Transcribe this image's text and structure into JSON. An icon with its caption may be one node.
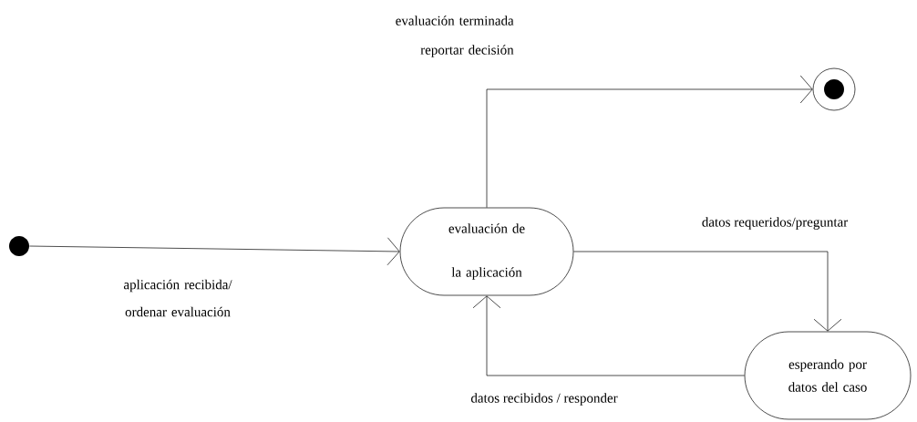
{
  "diagram": {
    "nodes": [
      {
        "text": [],
        "shape": "dot"
      },
      {
        "text": [
          "evaluación de la aplicación"
        ]
      },
      {
        "text": [],
        "shape": "bullseye"
      },
      {
        "text": [
          "esperando por datos del caso"
        ]
      }
    ],
    "edges": [
      {
        "from": 0,
        "to": 1,
        "arrow": "to",
        "label": "aplicación recibida/ ordenar evaluación"
      },
      {
        "from": 1,
        "to": 2,
        "arrow": "to",
        "label": "evaluación terminada reportar decisión"
      },
      {
        "from": 1,
        "to": 3,
        "arrow": "to",
        "label": "datos requeridos/preguntar"
      },
      {
        "from": 3,
        "to": 1,
        "arrow": "to",
        "label": "datos recibidos / responder"
      }
    ]
  }
}
